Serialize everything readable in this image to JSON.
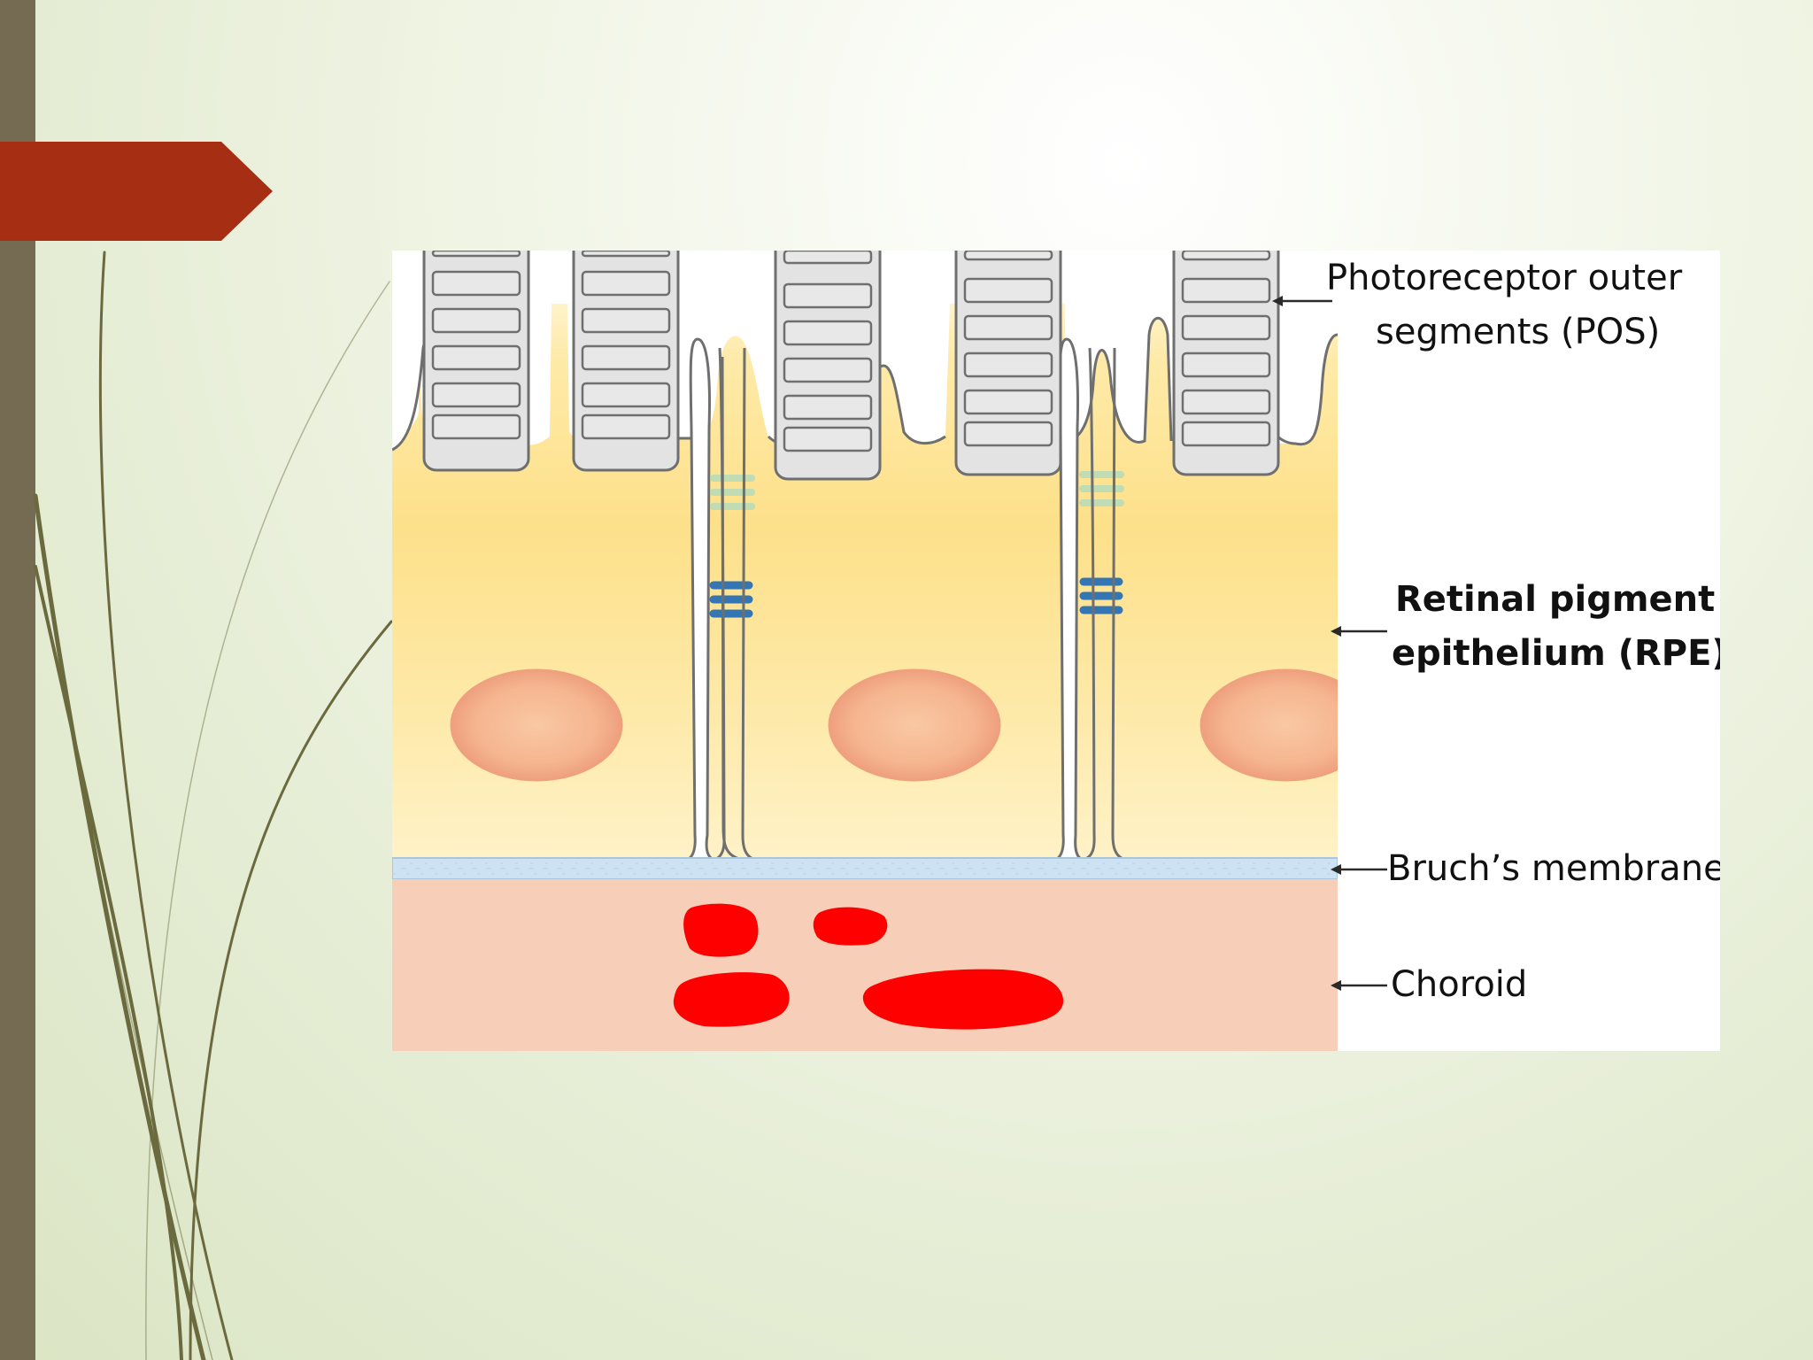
{
  "labels": {
    "pos_line1": "Photoreceptor outer",
    "pos_line2": "segments (POS)",
    "rpe_line1": "Retinal pigment",
    "rpe_line2": "epithelium (RPE)",
    "bruch": "Bruch’s membrane",
    "choroid": "Choroid"
  },
  "colors": {
    "sidebar": "#746b52",
    "title_arrow": "#a52e13",
    "grass": "#6b6a3e",
    "rpe": "#fde28e",
    "bruch": "#cde2f2",
    "choroid": "#f7cfb8",
    "blood": "#ff0000",
    "nucleus": "#f2a884",
    "tight_junction": "#bfdcb4",
    "adherens_junction": "#3475b4",
    "outline": "#6f6f6f"
  }
}
